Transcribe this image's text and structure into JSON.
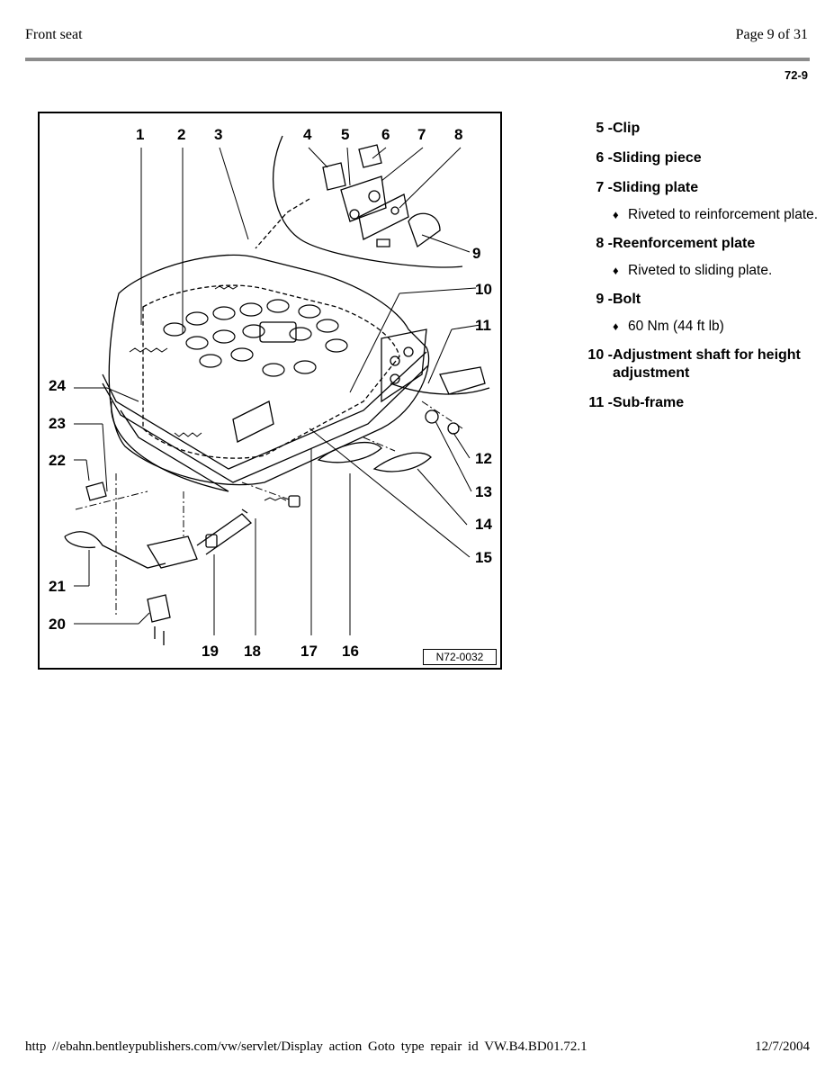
{
  "header": {
    "title": "Front seat",
    "page": "Page 9 of 31",
    "section": "72-9"
  },
  "figure": {
    "code": "N72-0032",
    "callouts": [
      "1",
      "2",
      "3",
      "4",
      "5",
      "6",
      "7",
      "8",
      "9",
      "10",
      "11",
      "12",
      "13",
      "14",
      "15",
      "16",
      "17",
      "18",
      "19",
      "20",
      "21",
      "22",
      "23",
      "24"
    ]
  },
  "legend": [
    {
      "num": "5 -",
      "text": "Clip",
      "notes": []
    },
    {
      "num": "6 -",
      "text": "Sliding piece",
      "notes": []
    },
    {
      "num": "7 -",
      "text": "Sliding plate",
      "notes": [
        "Riveted to reinforcement plate."
      ]
    },
    {
      "num": "8 -",
      "text": "Reenforcement plate",
      "notes": [
        "Riveted to sliding plate."
      ]
    },
    {
      "num": "9 -",
      "text": "Bolt",
      "notes": [
        "60 Nm (44 ft lb)"
      ]
    },
    {
      "num": "10 -",
      "text": "Adjustment shaft for height adjustment",
      "notes": []
    },
    {
      "num": "11 -",
      "text": "Sub-frame",
      "notes": []
    }
  ],
  "footer": {
    "url": "http //ebahn.bentleypublishers.com/vw/servlet/Display action Goto type repair id VW.B4.BD01.72.1",
    "date": "12/7/2004"
  }
}
